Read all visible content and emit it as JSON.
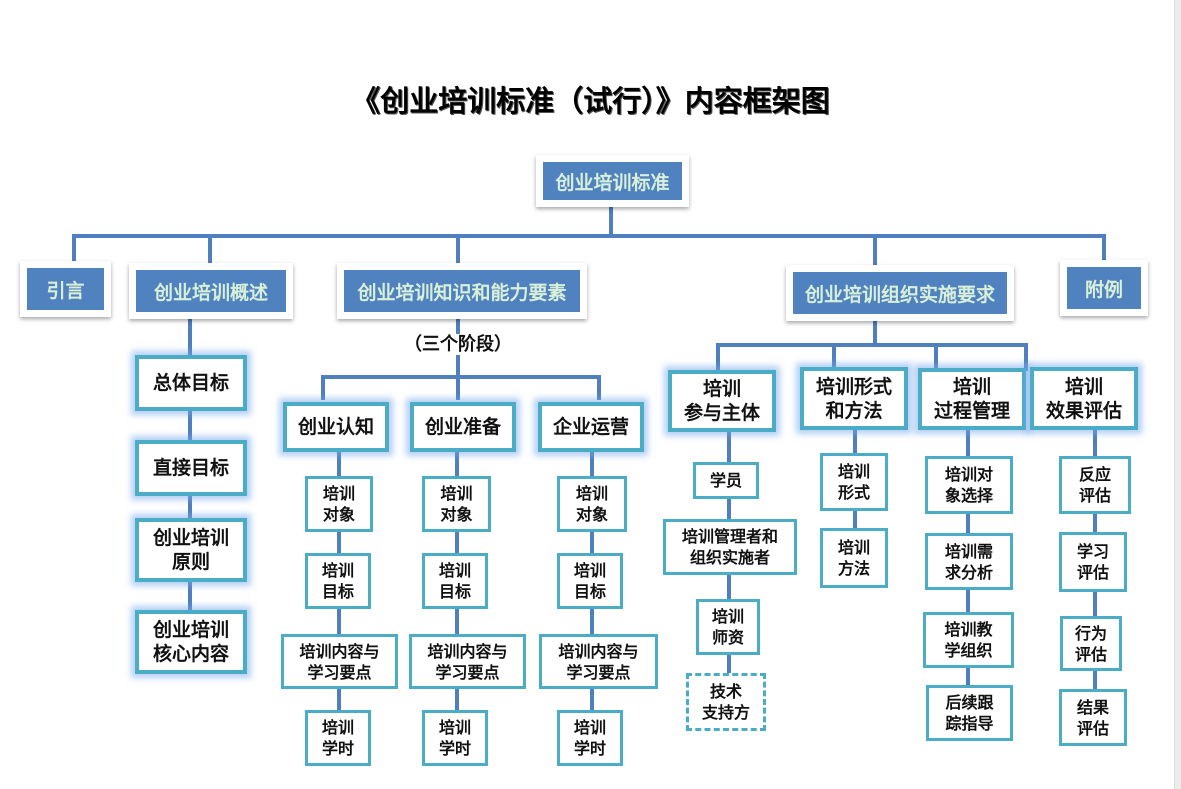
{
  "title": "《创业培训标准（试行）》内容框架图",
  "root": "创业培训标准",
  "sections": {
    "intro": "引言",
    "overview": "创业培训概述",
    "knowledge": "创业培训知识和能力要素",
    "knowledge_note": "（三个阶段）",
    "organization": "创业培训组织实施要求",
    "appendix": "附例"
  },
  "overview_items": [
    "总体目标",
    "直接目标",
    "创业培训\n原则",
    "创业培训\n核心内容"
  ],
  "stages": [
    {
      "label": "创业认知",
      "items": [
        "培训\n对象",
        "培训\n目标",
        "培训内容与\n学习要点",
        "培训\n学时"
      ]
    },
    {
      "label": "创业准备",
      "items": [
        "培训\n对象",
        "培训\n目标",
        "培训内容与\n学习要点",
        "培训\n学时"
      ]
    },
    {
      "label": "企业运营",
      "items": [
        "培训\n对象",
        "培训\n目标",
        "培训内容与\n学习要点",
        "培训\n学时"
      ]
    }
  ],
  "org_groups": [
    {
      "label": "培训\n参与主体",
      "items": [
        "学员",
        "培训管理者和\n组织实施者",
        "培训\n师资",
        "技术\n支持方"
      ]
    },
    {
      "label": "培训形式\n和方法",
      "items": [
        "培训\n形式",
        "培训\n方法"
      ]
    },
    {
      "label": "培训\n过程管理",
      "items": [
        "培训对\n象选择",
        "培训需\n求分析",
        "培训教\n学组织",
        "后续跟\n踪指导"
      ]
    },
    {
      "label": "培训\n效果评估",
      "items": [
        "反应\n评估",
        "学习\n评估",
        "行为\n评估",
        "结果\n评估"
      ]
    }
  ],
  "colors": {
    "header_fill": "#5082c0",
    "header_text": "#d8efd8",
    "box_border": "#4bacc6",
    "connector": "#4f7fbe"
  }
}
